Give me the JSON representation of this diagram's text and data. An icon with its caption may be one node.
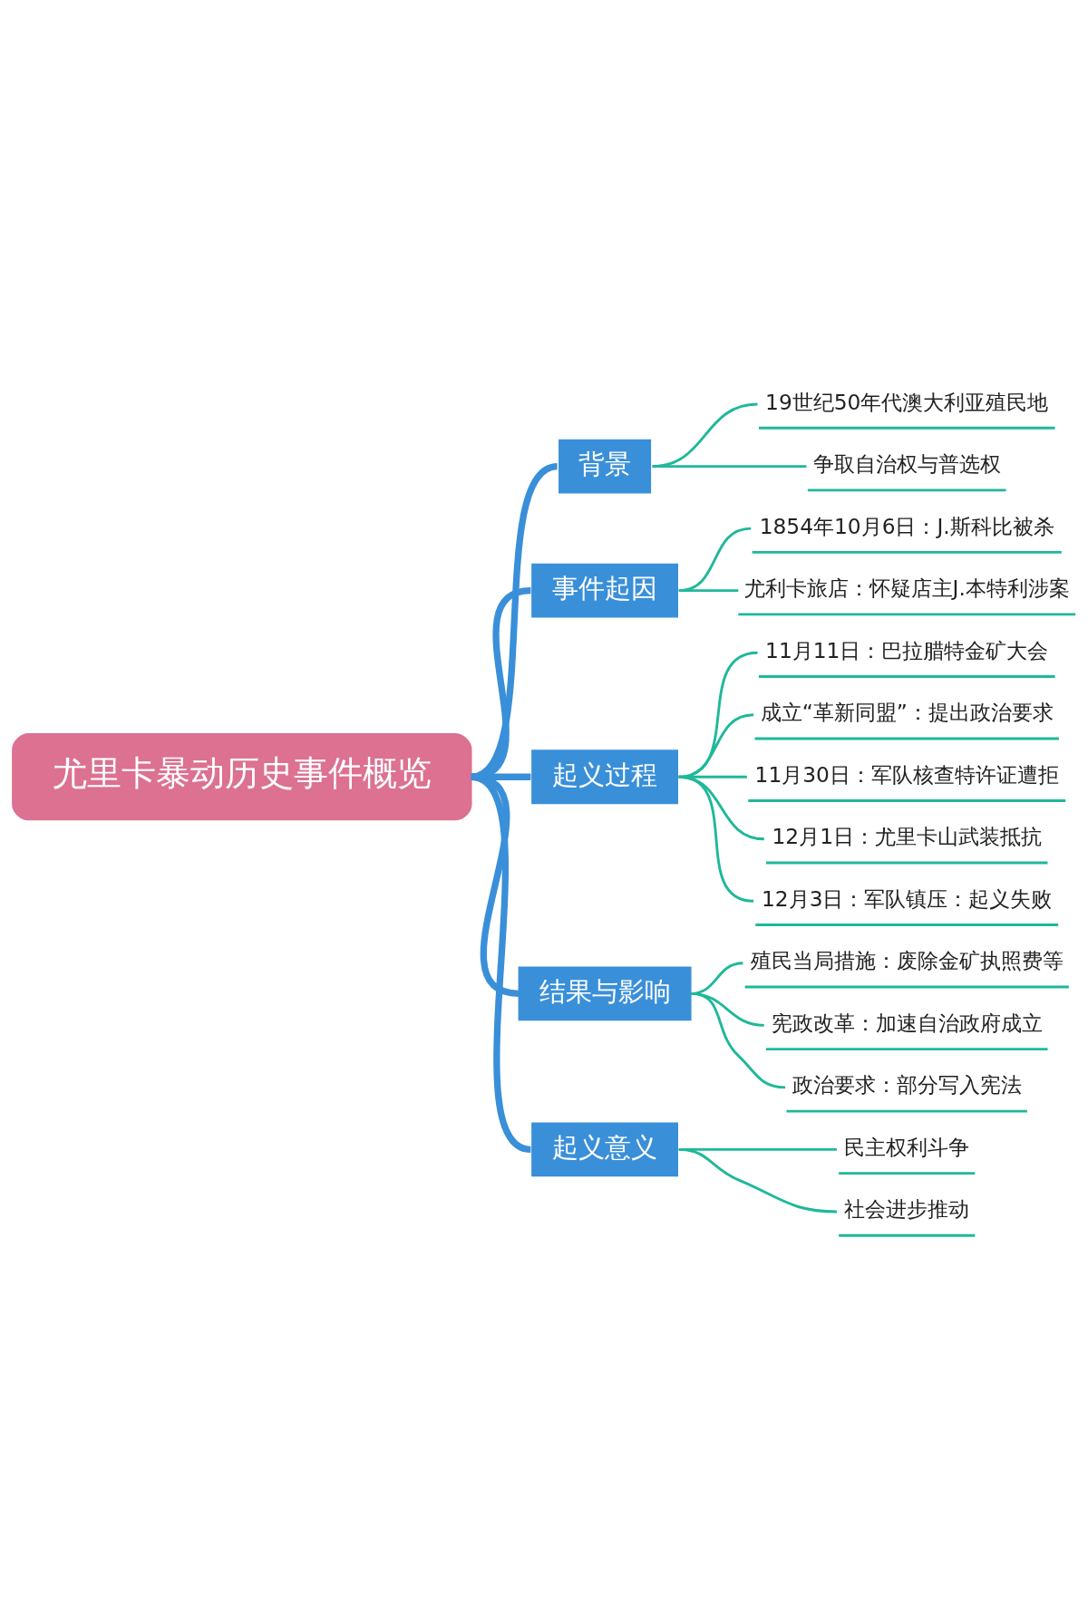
{
  "diagram": {
    "nodes": [
      {
        "text": [
          "尤里卡暴动历史事件概览"
        ]
      },
      {
        "text": [
          "背景"
        ]
      },
      {
        "text": [
          "19世纪50年代澳大利亚殖民地"
        ]
      },
      {
        "text": [
          "争取自治权与普选权"
        ]
      },
      {
        "text": [
          "事件起因"
        ]
      },
      {
        "text": [
          "1854年10月6日：J.斯科比被杀"
        ]
      },
      {
        "text": [
          "尤利卡旅店：怀疑店主J.本特利涉案"
        ]
      },
      {
        "text": [
          "起义过程"
        ]
      },
      {
        "text": [
          "11月11日：巴拉腊特金矿大会"
        ]
      },
      {
        "text": [
          "成立“革新同盟”：提出政治要求"
        ]
      },
      {
        "text": [
          "11月30日：军队核查特许证遭拒"
        ]
      },
      {
        "text": [
          "12月1日：尤里卡山武装抵抗"
        ]
      },
      {
        "text": [
          "12月3日：军队镇压：起义失败"
        ]
      },
      {
        "text": [
          "结果与影响"
        ]
      },
      {
        "text": [
          "殖民当局措施：废除金矿执照费等"
        ]
      },
      {
        "text": [
          "宪政改革：加速自治政府成立"
        ]
      },
      {
        "text": [
          "政治要求：部分写入宪法"
        ]
      },
      {
        "text": [
          "起义意义"
        ]
      },
      {
        "text": [
          "民主权利斗争"
        ]
      },
      {
        "text": [
          "社会进步推动"
        ]
      }
    ],
    "edges": [
      {
        "from": 0,
        "to": 1,
        "arrow": "none",
        "style": "thick",
        "color": "#3a8fd9"
      },
      {
        "from": 1,
        "to": 2,
        "arrow": "none"
      },
      {
        "from": 1,
        "to": 3,
        "arrow": "none"
      },
      {
        "from": 0,
        "to": 4,
        "arrow": "none",
        "style": "thick",
        "color": "#3a8fd9"
      },
      {
        "from": 4,
        "to": 5,
        "arrow": "none"
      },
      {
        "from": 4,
        "to": 6,
        "arrow": "none"
      },
      {
        "from": 0,
        "to": 7,
        "arrow": "none",
        "style": "thick",
        "color": "#3a8fd9"
      },
      {
        "from": 7,
        "to": 8,
        "arrow": "none"
      },
      {
        "from": 7,
        "to": 9,
        "arrow": "none"
      },
      {
        "from": 7,
        "to": 10,
        "arrow": "none"
      },
      {
        "from": 7,
        "to": 11,
        "arrow": "none"
      },
      {
        "from": 7,
        "to": 12,
        "arrow": "none"
      },
      {
        "from": 0,
        "to": 13,
        "arrow": "none",
        "style": "thick",
        "color": "#3a8fd9"
      },
      {
        "from": 13,
        "to": 14,
        "arrow": "none"
      },
      {
        "from": 13,
        "to": 15,
        "arrow": "none"
      },
      {
        "from": 13,
        "to": 16,
        "arrow": "none"
      },
      {
        "from": 0,
        "to": 17,
        "arrow": "none",
        "style": "thick",
        "color": "#3a8fd9"
      },
      {
        "from": 17,
        "to": 18,
        "arrow": "none"
      },
      {
        "from": 17,
        "to": 19,
        "arrow": "none"
      }
    ]
  }
}
